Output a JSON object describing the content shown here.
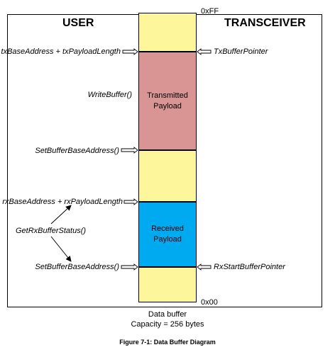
{
  "headings": {
    "user": "USER",
    "transceiver": "TRANSCEIVER"
  },
  "addresses": {
    "top": "0xFF",
    "bottom": "0x00"
  },
  "segments": {
    "transmitted": "Transmitted Payload",
    "received": "Received Payload"
  },
  "user_labels": {
    "tx_end": "txBaseAddress + txPayloadLength",
    "write_buffer": "WriteBuffer()",
    "set_base_1": "SetBufferBaseAddress()",
    "rx_end": "rxBaseAddress + rxPayloadLength",
    "get_rx_status": "GetRxBufferStatus()",
    "set_base_2": "SetBufferBaseAddress()"
  },
  "transceiver_labels": {
    "tx_pointer": "TxBufferPointer",
    "rx_start_pointer": "RxStartBufferPointer"
  },
  "buffer": {
    "name": "Data buffer",
    "capacity": "Capacity = 256 bytes"
  },
  "caption": "Figure 7-1: Data Buffer Diagram",
  "colors": {
    "free": "#fdf69b",
    "transmitted": "#d99594",
    "received": "#00aaf0"
  }
}
